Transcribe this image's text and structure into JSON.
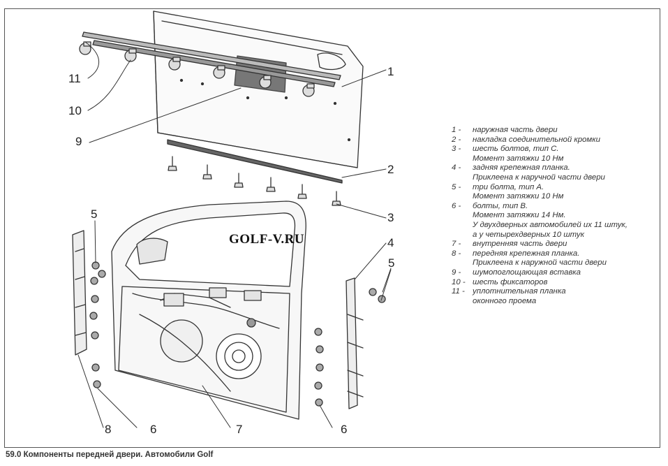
{
  "watermark": "GOLF-V.RU",
  "caption": "59.0 Компоненты передней двери. Автомобили Golf",
  "callouts": [
    {
      "id": "c1",
      "text": "1"
    },
    {
      "id": "c2",
      "text": "2"
    },
    {
      "id": "c3",
      "text": "3"
    },
    {
      "id": "c4",
      "text": "4"
    },
    {
      "id": "c5a",
      "text": "5"
    },
    {
      "id": "c5b",
      "text": "5"
    },
    {
      "id": "c6a",
      "text": "6"
    },
    {
      "id": "c6b",
      "text": "6"
    },
    {
      "id": "c7",
      "text": "7"
    },
    {
      "id": "c8",
      "text": "8"
    },
    {
      "id": "c9",
      "text": "9"
    },
    {
      "id": "c10",
      "text": "10"
    },
    {
      "id": "c11",
      "text": "11"
    }
  ],
  "legend": [
    {
      "num": "1 -",
      "text": "наружная часть двери"
    },
    {
      "num": "2 -",
      "text": "накладка соединительной кромки"
    },
    {
      "num": "3 -",
      "text": "шесть болтов, тип С.\nМомент затяжки 10 Нм"
    },
    {
      "num": "4 -",
      "text": "задняя крепежная планка.\nПриклеена к наручной части двери"
    },
    {
      "num": "5 -",
      "text": "три болта, тип А.\nМомент затяжки 10 Нм"
    },
    {
      "num": "6 -",
      "text": "болты, тип В.\nМомент затяжки 14 Нм.\nУ двухдверных автомобилей их 11 штук,\nа у четырехдверных 10 штук"
    },
    {
      "num": "7 -",
      "text": "внутренняя часть двери"
    },
    {
      "num": "8 -",
      "text": "передняя крепежная планка.\nПриклеена к наружной части двери"
    },
    {
      "num": "9 -",
      "text": "шумопоглощающая вставка"
    },
    {
      "num": "10 -",
      "text": "шесть фиксаторов"
    },
    {
      "num": "11 -",
      "text": "уплотнительная планка\nоконного проема"
    }
  ]
}
